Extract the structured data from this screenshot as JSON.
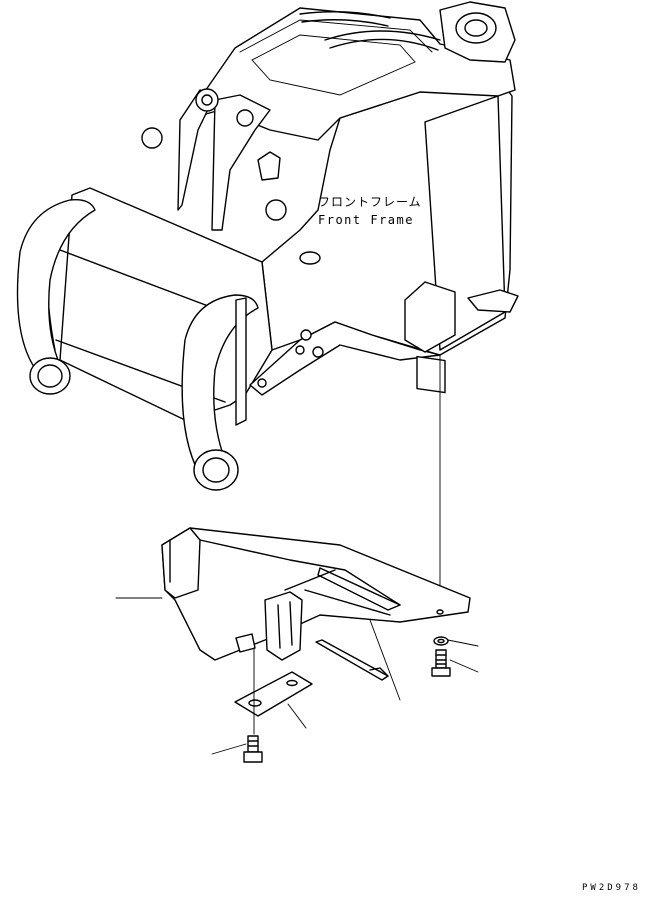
{
  "labels": {
    "part_jp": "フロントフレーム",
    "part_en": "Front Frame",
    "drawing_code": "PW2D978"
  }
}
